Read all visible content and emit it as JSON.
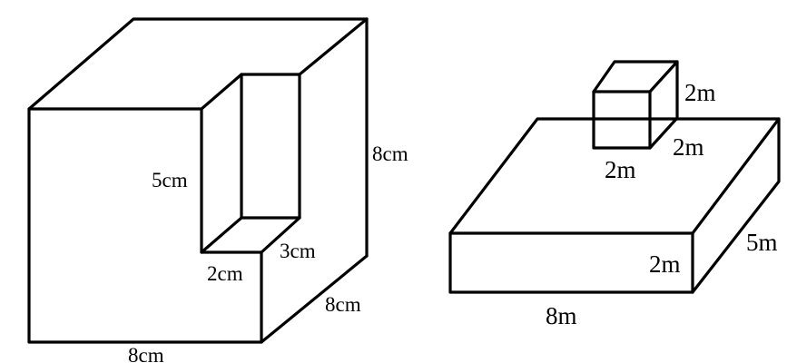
{
  "figures": {
    "left_solid": {
      "labels": {
        "notch_height": "5cm",
        "notch_width": "2cm",
        "notch_depth": "3cm",
        "height": "8cm",
        "depth": "8cm",
        "width": "8cm"
      }
    },
    "right_solid": {
      "labels": {
        "cube_height": "2m",
        "cube_depth": "2m",
        "cube_width": "2m",
        "slab_height": "2m",
        "slab_depth": "5m",
        "slab_width": "8m"
      }
    }
  },
  "colors": {
    "stroke": "#000000",
    "background": "#ffffff"
  }
}
